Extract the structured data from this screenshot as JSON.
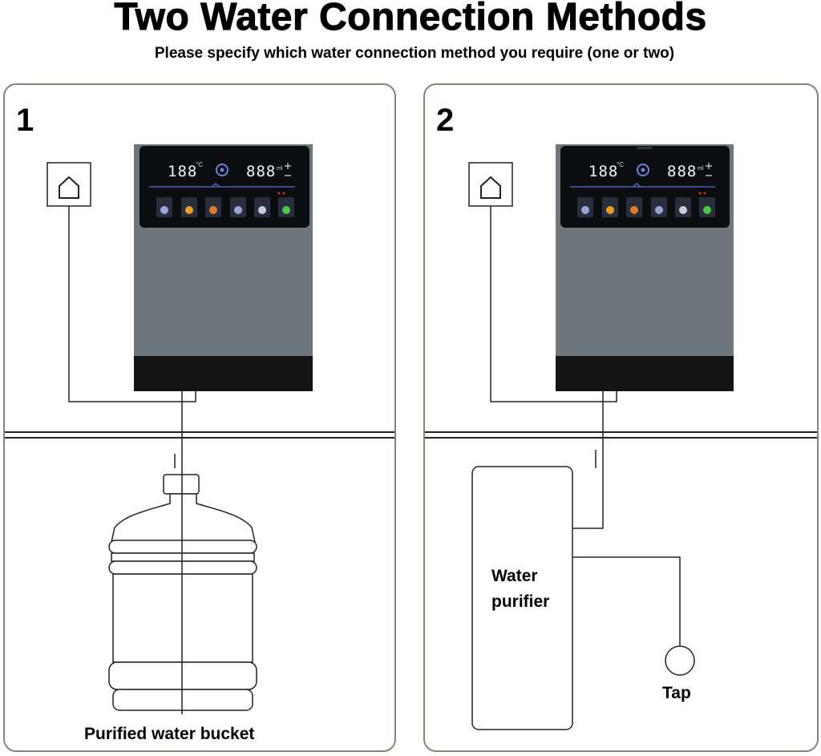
{
  "header": {
    "title": "Two Water Connection Methods",
    "subtitle": "Please specify which water connection method you require (one or two)"
  },
  "panels": [
    {
      "number": "1",
      "bottom_label": "Purified water bucket",
      "display": {
        "temp": "188",
        "temp_unit": "°C",
        "volume": "888",
        "volume_unit": "ml"
      }
    },
    {
      "number": "2",
      "purifier_label_line1": "Water",
      "purifier_label_line2": "purifier",
      "tap_label": "Tap",
      "display": {
        "temp": "188",
        "temp_unit": "°C",
        "volume": "888",
        "volume_unit": "ml"
      }
    }
  ],
  "colors": {
    "cabinet_gray": "#6f767b",
    "screen_black": "#0c0d11",
    "base_black": "#141414",
    "line_color": "#222222",
    "icon_colors": [
      "#9aa6d8",
      "#e8a023",
      "#e07a2e",
      "#9aa6d8",
      "#c9cbe0",
      "#4fc447"
    ]
  }
}
